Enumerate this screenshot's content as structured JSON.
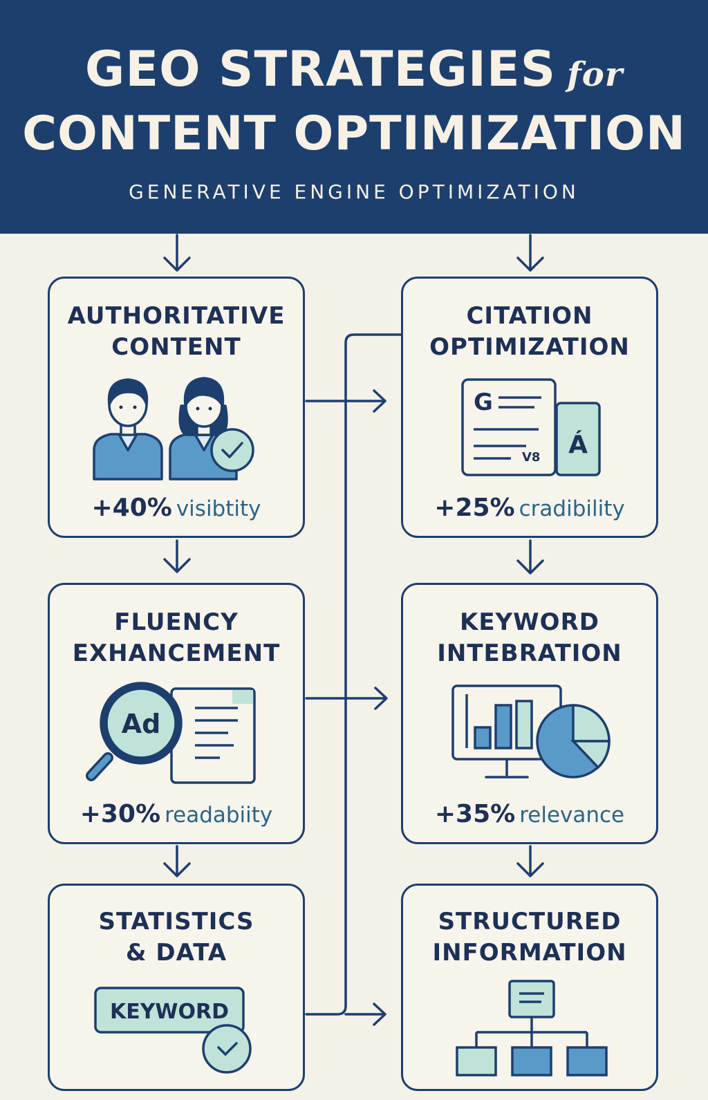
{
  "header": {
    "title_main": "GEO STRATEGIES",
    "title_for": "for",
    "title_line2": "CONTENT OPTIMIZATION",
    "subtitle": "GENERATIVE ENGINE OPTIMIZATION"
  },
  "cards": [
    {
      "title": "AUTHORITATIVE\nCONTENT",
      "stat_value": "+40%",
      "stat_label": "visibtity",
      "icon": "team-check-icon"
    },
    {
      "title": "CITATION\nOPTIMIZATION",
      "stat_value": "+25%",
      "stat_label": "cradibility",
      "icon": "citation-documents-icon",
      "icon_text": {
        "doc_letter": "G",
        "side_letter": "Á",
        "doc_code": "V8"
      }
    },
    {
      "title": "FLUENCY\nEXHANCEMENT",
      "stat_value": "+30%",
      "stat_label": "readabiity",
      "icon": "magnifier-document-icon",
      "icon_text": {
        "lens_text": "Ad"
      }
    },
    {
      "title": "KEYWORD\nINTEBRATION",
      "stat_value": "+35%",
      "stat_label": "relevance",
      "icon": "monitor-chart-icon"
    },
    {
      "title": "STATISTICS\n& DATA",
      "icon": "keyword-search-icon",
      "icon_text": {
        "keyword": "KEYWORD"
      }
    },
    {
      "title": "STRUCTURED\nINFORMATION",
      "icon": "hierarchy-icon"
    }
  ],
  "colors": {
    "navy": "#1d3f6e",
    "cream": "#f4f1e8",
    "mint": "#bfe3d8",
    "blue": "#5a9ac9",
    "teal_text": "#2a6585"
  }
}
